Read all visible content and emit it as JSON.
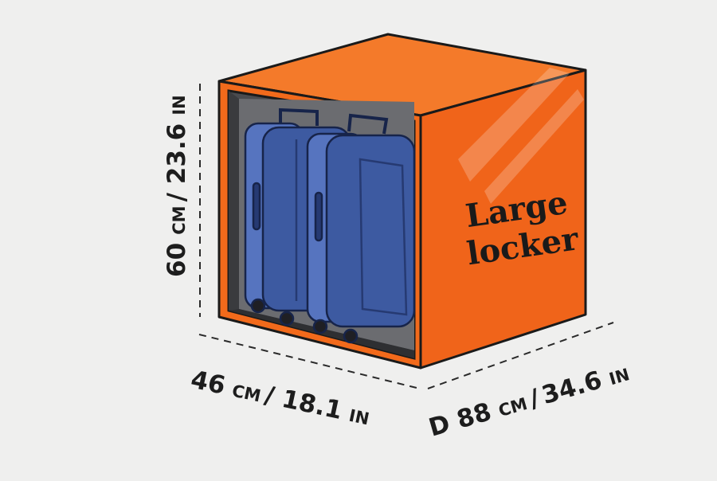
{
  "locker": {
    "label_line1": "Large",
    "label_line2": "locker",
    "color_front": "#f26a1b",
    "color_side": "#f0641a",
    "color_top": "#f47a2a"
  },
  "dimensions": {
    "height": {
      "value": "60",
      "unit": "CM",
      "sep": " / ",
      "value2": "23.6",
      "unit2": "IN"
    },
    "width": {
      "value": "46",
      "unit": "CM",
      "sep": " / ",
      "value2": "18.1",
      "unit2": "IN"
    },
    "depth": {
      "prefix": "D ",
      "value": "88",
      "unit": "CM",
      "sep": " /",
      "value2": "34.6",
      "unit2": "IN"
    }
  },
  "suitcase": {
    "color": "#3d5aa1",
    "color_dark": "#263a72",
    "color_light": "#5674bf"
  }
}
